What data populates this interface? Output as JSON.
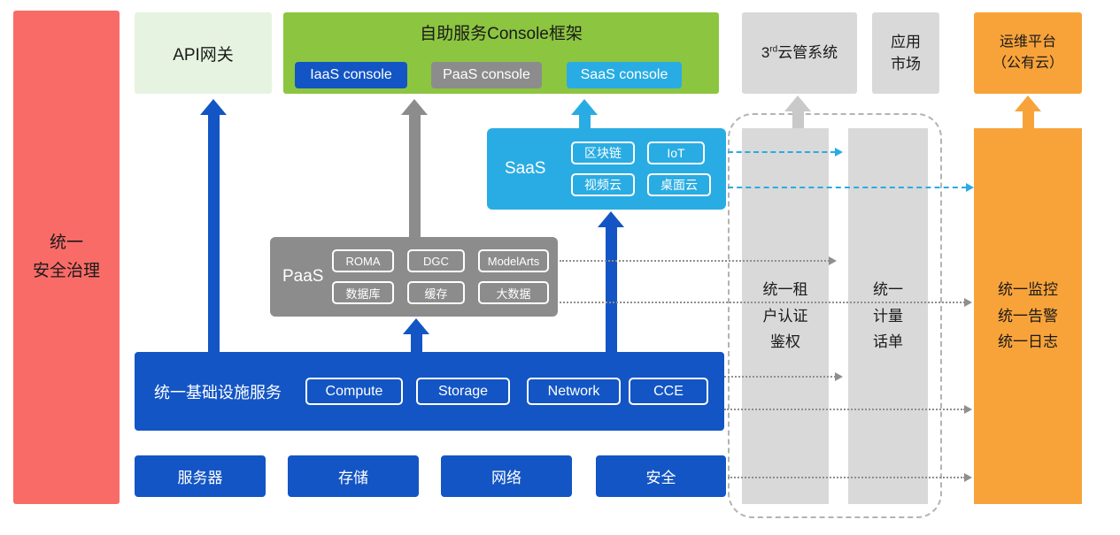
{
  "colors": {
    "blue": "#1355C4",
    "cyan": "#29ACE3",
    "green": "#8CC540",
    "pale_green": "#E6F3E1",
    "gray": "#8C8C8C",
    "light_gray": "#D9D9D9",
    "orange": "#F8A33A",
    "red": "#F96B67"
  },
  "security_bar": {
    "label": "统一\n安全治理"
  },
  "api_gateway": {
    "label": "API网关"
  },
  "console": {
    "title": "自助服务Console框架",
    "buttons": [
      {
        "label": "IaaS console"
      },
      {
        "label": "PaaS console"
      },
      {
        "label": "SaaS console"
      }
    ]
  },
  "third_party_cloud": {
    "prefix": "3",
    "sup": "rd",
    "suffix": "云管系统"
  },
  "app_market": {
    "label": "应用\n市场"
  },
  "om_platform": {
    "label": "运维平台\n（公有云）"
  },
  "saas": {
    "label": "SaaS",
    "items": [
      "区块链",
      "IoT",
      "视频云",
      "桌面云"
    ]
  },
  "paas": {
    "label": "PaaS",
    "items": [
      "ROMA",
      "DGC",
      "ModelArts",
      "数据库",
      "缓存",
      "大数据"
    ]
  },
  "infrastructure": {
    "label": "统一基础设施服务",
    "items": [
      "Compute",
      "Storage",
      "Network",
      "CCE"
    ]
  },
  "resources": {
    "items": [
      "服务器",
      "存储",
      "网络",
      "安全"
    ]
  },
  "auth_bar": {
    "label": "统一租\n户认证\n鉴权"
  },
  "metering_bar": {
    "label": "统一\n计量\n话单"
  },
  "monitoring_bar": {
    "label": "统一监控\n统一告警\n统一日志"
  }
}
